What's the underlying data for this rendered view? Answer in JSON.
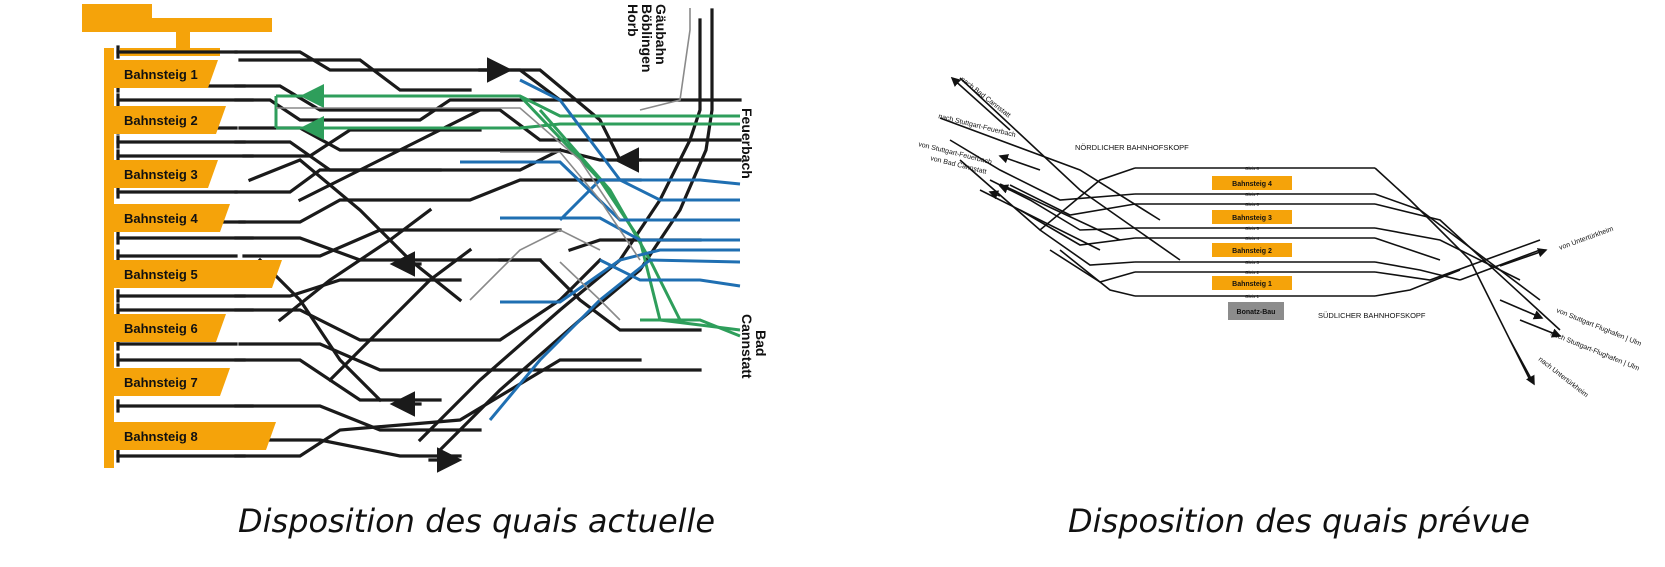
{
  "current_layout": {
    "platforms": [
      "Bahnsteig 1",
      "Bahnsteig 2",
      "Bahnsteig 3",
      "Bahnsteig 4",
      "Bahnsteig 5",
      "Bahnsteig 6",
      "Bahnsteig 7",
      "Bahnsteig 8"
    ],
    "destinations": {
      "top": [
        "Gäubahn",
        "Böblingen",
        "Horb"
      ],
      "right_upper": "Feuerbach",
      "right_lower": [
        "Bad",
        "Cannstatt"
      ]
    },
    "colors": {
      "platform": "#f5a30a",
      "track": "#1a1a1a",
      "green_line": "#2e9e5b",
      "blue_line": "#1f6fb2",
      "grey_line": "#9a9a9a"
    }
  },
  "planned_layout": {
    "platforms": [
      "Bahnsteig 4",
      "Bahnsteig 3",
      "Bahnsteig 2",
      "Bahnsteig 1"
    ],
    "track_labels": [
      "Gleis 8",
      "Gleis 7",
      "Gleis 6",
      "Gleis 5",
      "Gleis 4",
      "Gleis 3",
      "Gleis 2",
      "Gleis 1"
    ],
    "building": "Bonatz-Bau",
    "north_head": "NÖRDLICHER BAHNHOFSKOPF",
    "south_head": "SÜDLICHER BAHNHOFSKOPF",
    "left_routes": [
      "nach Bad Cannstatt",
      "nach Stuttgart-Feuerbach",
      "von Stuttgart-Feuerbach",
      "von Bad Cannstatt"
    ],
    "right_routes": [
      "von Untertürkheim",
      "von Stuttgart Flughafen | Ulm",
      "nach Stuttgart-Flughafen | Ulm",
      "nach Untertürkheim"
    ],
    "colors": {
      "platform": "#f5a30a",
      "building": "#8c8c8c"
    }
  },
  "captions": {
    "left": "Disposition des quais actuelle",
    "right": "Disposition des quais prévue"
  }
}
